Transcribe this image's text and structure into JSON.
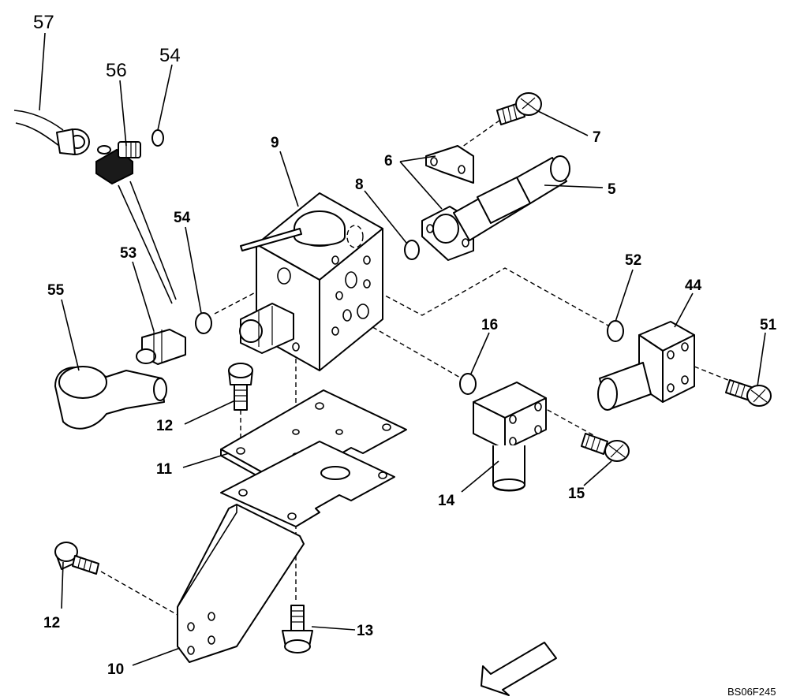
{
  "figure_code": "BS06F245",
  "callouts": {
    "c5": "5",
    "c6": "6",
    "c7": "7",
    "c8": "8",
    "c9": "9",
    "c10": "10",
    "c11": "11",
    "c12a": "12",
    "c12b": "12",
    "c13": "13",
    "c14": "14",
    "c15": "15",
    "c16": "16",
    "c44": "44",
    "c51": "51",
    "c52": "52",
    "c53": "53",
    "c54a": "54",
    "c54b": "54",
    "c55": "55",
    "c56": "56",
    "c57": "57"
  },
  "colors": {
    "line": "#000000",
    "background": "#ffffff"
  },
  "icons": {
    "direction_arrow": "arrow-icon"
  }
}
